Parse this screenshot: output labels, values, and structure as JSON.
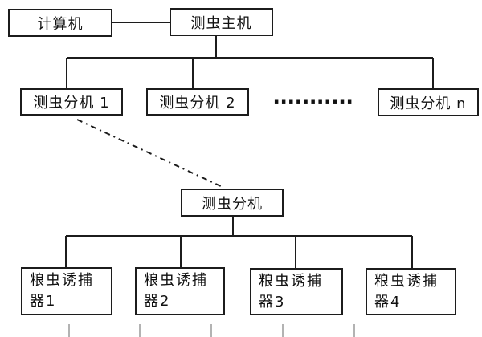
{
  "diagram": {
    "colors": {
      "background": "#ffffff",
      "line": "#1c1c1c",
      "box_border": "#1c1c1c",
      "text": "#111111",
      "stub_tick": "#b3b3b3"
    },
    "nodes": {
      "computer": {
        "label": "计算机"
      },
      "host": {
        "label": "测虫主机"
      },
      "sub1": {
        "label": "测虫分机 1"
      },
      "sub2": {
        "label": "测虫分机 2"
      },
      "subn": {
        "label": "测虫分机 n"
      },
      "detail": {
        "label": "测虫分机"
      },
      "trap1": {
        "line1": "粮虫诱捕",
        "line2": "器1"
      },
      "trap2": {
        "line1": "粮虫诱捕",
        "line2": "器2"
      },
      "trap3": {
        "line1": "粮虫诱捕",
        "line2": "器3"
      },
      "trap4": {
        "line1": "粮虫诱捕",
        "line2": "器4"
      }
    },
    "ellipsis": {
      "label": "▪▪▪▪▪▪▪▪▪▪▪"
    }
  }
}
